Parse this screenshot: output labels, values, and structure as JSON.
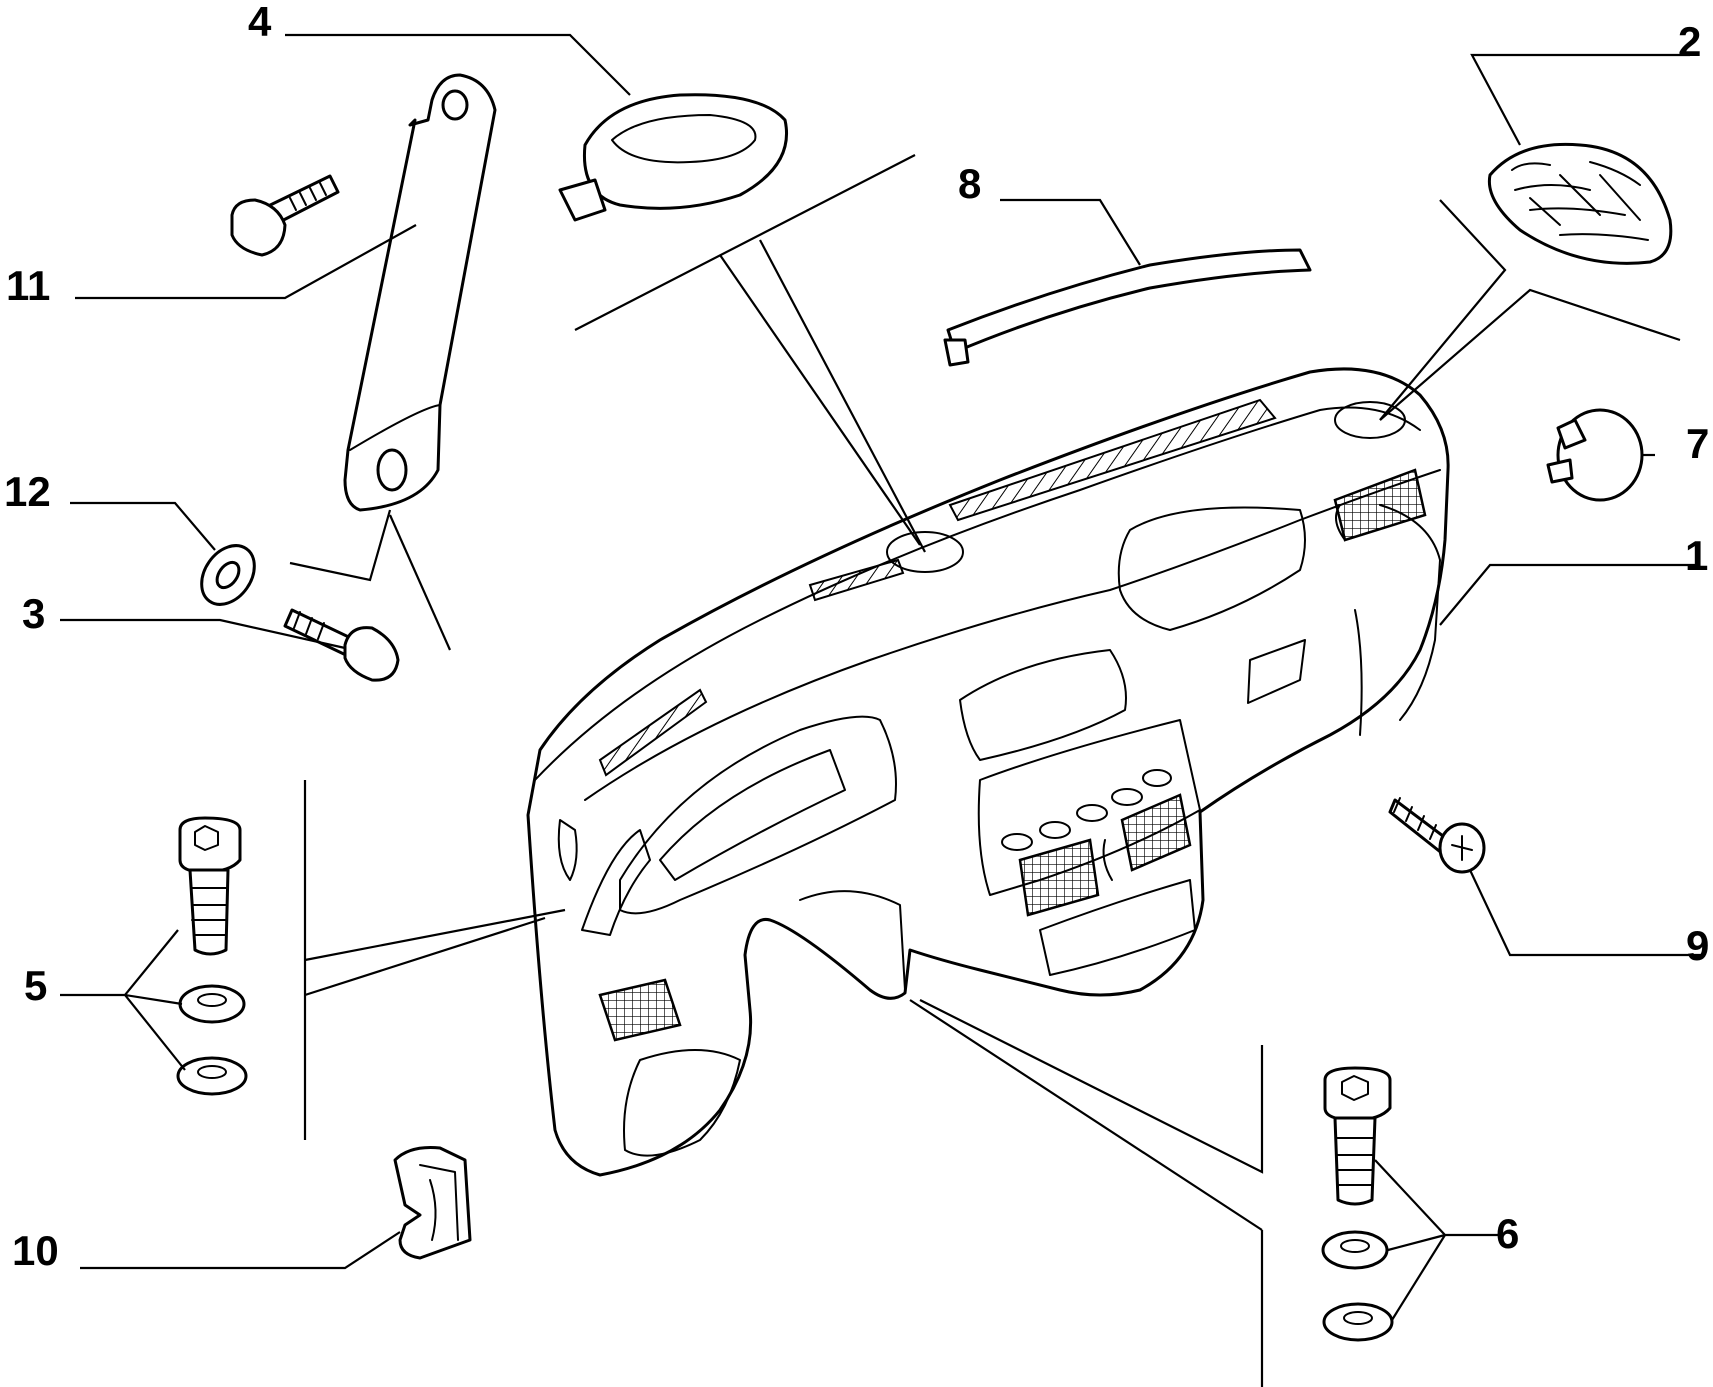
{
  "callouts": [
    {
      "id": "1",
      "text": "1"
    },
    {
      "id": "2",
      "text": "2"
    },
    {
      "id": "3",
      "text": "3"
    },
    {
      "id": "4",
      "text": "4"
    },
    {
      "id": "5",
      "text": "5"
    },
    {
      "id": "6",
      "text": "6"
    },
    {
      "id": "7",
      "text": "7"
    },
    {
      "id": "8",
      "text": "8"
    },
    {
      "id": "9",
      "text": "9"
    },
    {
      "id": "10",
      "text": "10"
    },
    {
      "id": "11",
      "text": "11"
    },
    {
      "id": "12",
      "text": "12"
    }
  ],
  "colors": {
    "ink": "#000000",
    "background": "#ffffff"
  }
}
